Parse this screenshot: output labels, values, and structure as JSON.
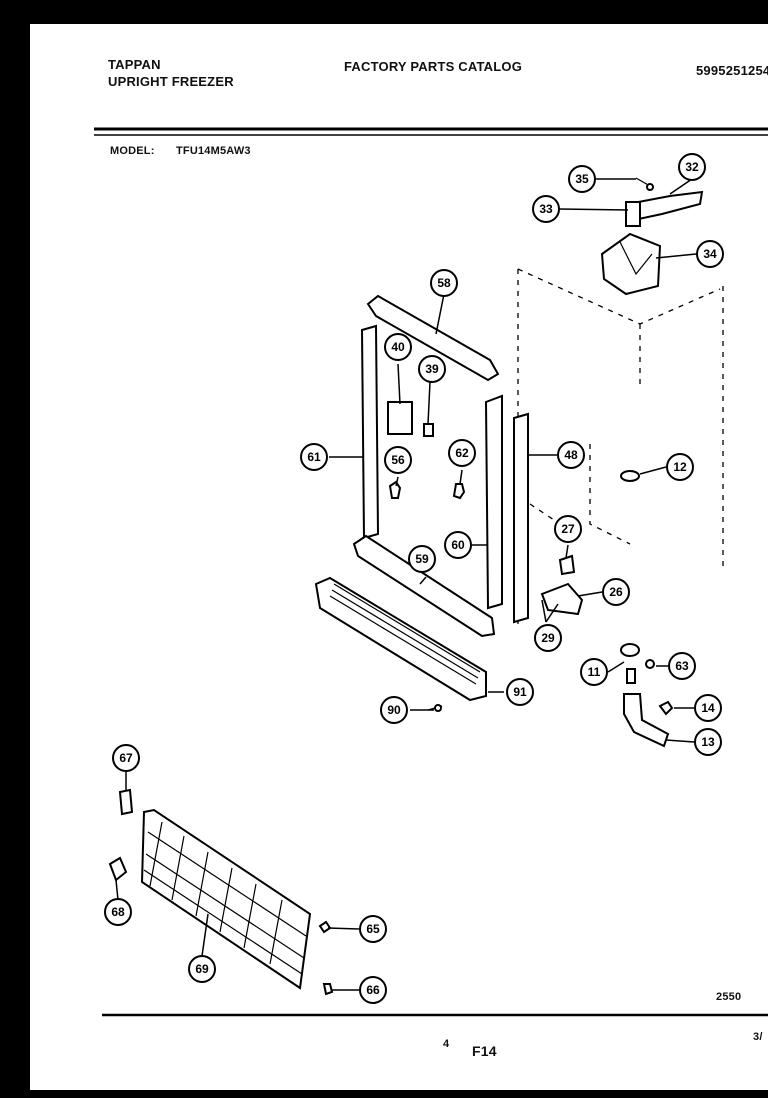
{
  "header": {
    "brand": "TAPPAN",
    "product": "UPRIGHT FREEZER",
    "catalog_title": "FACTORY PARTS CATALOG",
    "catalog_number": "5995251254",
    "model_label": "MODEL:",
    "model_number": "TFU14M5AW3"
  },
  "footer": {
    "diagram_code": "2550",
    "page_number": "4",
    "figure_id": "F14",
    "edge_note": "3/"
  },
  "callouts": [
    "32",
    "33",
    "34",
    "35",
    "58",
    "40",
    "39",
    "61",
    "56",
    "62",
    "60",
    "48",
    "12",
    "27",
    "26",
    "29",
    "59",
    "90",
    "91",
    "11",
    "63",
    "14",
    "13",
    "67",
    "68",
    "69",
    "65",
    "66"
  ]
}
